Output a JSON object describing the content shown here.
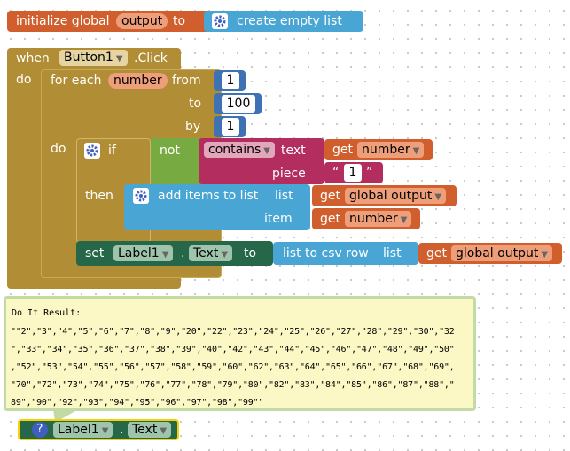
{
  "init_block": {
    "label": "initialize global",
    "var_name": "output",
    "to_label": "to",
    "value_block": "create empty list"
  },
  "event_block": {
    "when_label": "when",
    "component": "Button1",
    "event": ".Click",
    "do_label": "do"
  },
  "for_each": {
    "label": "for each",
    "var_name": "number",
    "from_label": "from",
    "from_value": "1",
    "to_label": "to",
    "to_value": "100",
    "by_label": "by",
    "by_value": "1",
    "do_label": "do"
  },
  "if_block": {
    "if_label": "if",
    "then_label": "then",
    "not_label": "not",
    "contains_label": "contains",
    "text_label": "text",
    "piece_label": "piece",
    "get_label": "get",
    "get_var": "number",
    "piece_value": "1",
    "quote_open": "“",
    "quote_close": "”"
  },
  "add_items": {
    "label": "add items to list",
    "list_label": "list",
    "item_label": "item",
    "get_label": "get",
    "list_var": "global output",
    "item_var": "number"
  },
  "set_block": {
    "set_label": "set",
    "component": "Label1",
    "dot": ".",
    "property": "Text",
    "to_label": "to",
    "csv_label": "list to csv row",
    "list_label": "list",
    "get_label": "get",
    "get_var": "global output"
  },
  "do_it": {
    "title": "Do It Result:",
    "lines": [
      "\"\"2\",\"3\",\"4\",\"5\",\"6\",\"7\",\"8\",\"9\",\"20\",\"22\",\"23\",\"24\",\"25\",\"26\",\"27\",\"28\",\"29\",\"30\",\"32",
      "\",\"33\",\"34\",\"35\",\"36\",\"37\",\"38\",\"39\",\"40\",\"42\",\"43\",\"44\",\"45\",\"46\",\"47\",\"48\",\"49\",\"50\"",
      ",\"52\",\"53\",\"54\",\"55\",\"56\",\"57\",\"58\",\"59\",\"60\",\"62\",\"63\",\"64\",\"65\",\"66\",\"67\",\"68\",\"69\",",
      "\"70\",\"72\",\"73\",\"74\",\"75\",\"76\",\"77\",\"78\",\"79\",\"80\",\"82\",\"83\",\"84\",\"85\",\"86\",\"87\",\"88\",\"",
      "89\",\"90\",\"92\",\"93\",\"94\",\"95\",\"96\",\"97\",\"98\",\"99\"\""
    ]
  },
  "getter_block": {
    "component": "Label1",
    "dot": ".",
    "property": "Text"
  },
  "colors": {
    "variable": "#d05f2d",
    "control": "#b18e35",
    "math": "#3f71b5",
    "logic": "#77ab41",
    "text": "#b32d5e",
    "list": "#49a6d4",
    "component": "#276749",
    "result_bg": "#fbf8c5"
  }
}
